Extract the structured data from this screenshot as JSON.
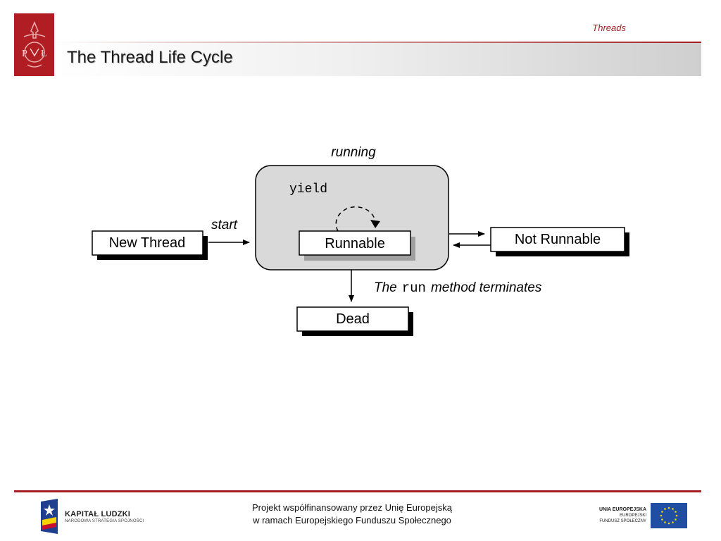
{
  "header": {
    "section_label": "Threads",
    "title": "The Thread Life Cycle"
  },
  "diagram": {
    "running_label": "running",
    "yield_label": "yield",
    "start_label": "start",
    "terminate_prefix": "The",
    "terminate_code": "run",
    "terminate_suffix": "method terminates",
    "states": {
      "new_thread": "New Thread",
      "runnable": "Runnable",
      "not_runnable": "Not Runnable",
      "dead": "Dead"
    }
  },
  "footer": {
    "line1": "Projekt współfinansowany przez Unię Europejską",
    "line2": "w ramach Europejskiego Funduszu Społecznego",
    "kl_title": "KAPITAŁ LUDZKI",
    "kl_subtitle": "NARODOWA STRATEGIA SPÓJNOŚCI",
    "eu_line1": "UNIA EUROPEJSKA",
    "eu_line2": "EUROPEJSKI",
    "eu_line3": "FUNDUSZ SPOŁECZNY"
  },
  "colors": {
    "brand_red": "#a31d22",
    "running_fill": "#d9d9d9",
    "eu_blue": "#1f4ea3",
    "eu_star": "#f5d300"
  }
}
